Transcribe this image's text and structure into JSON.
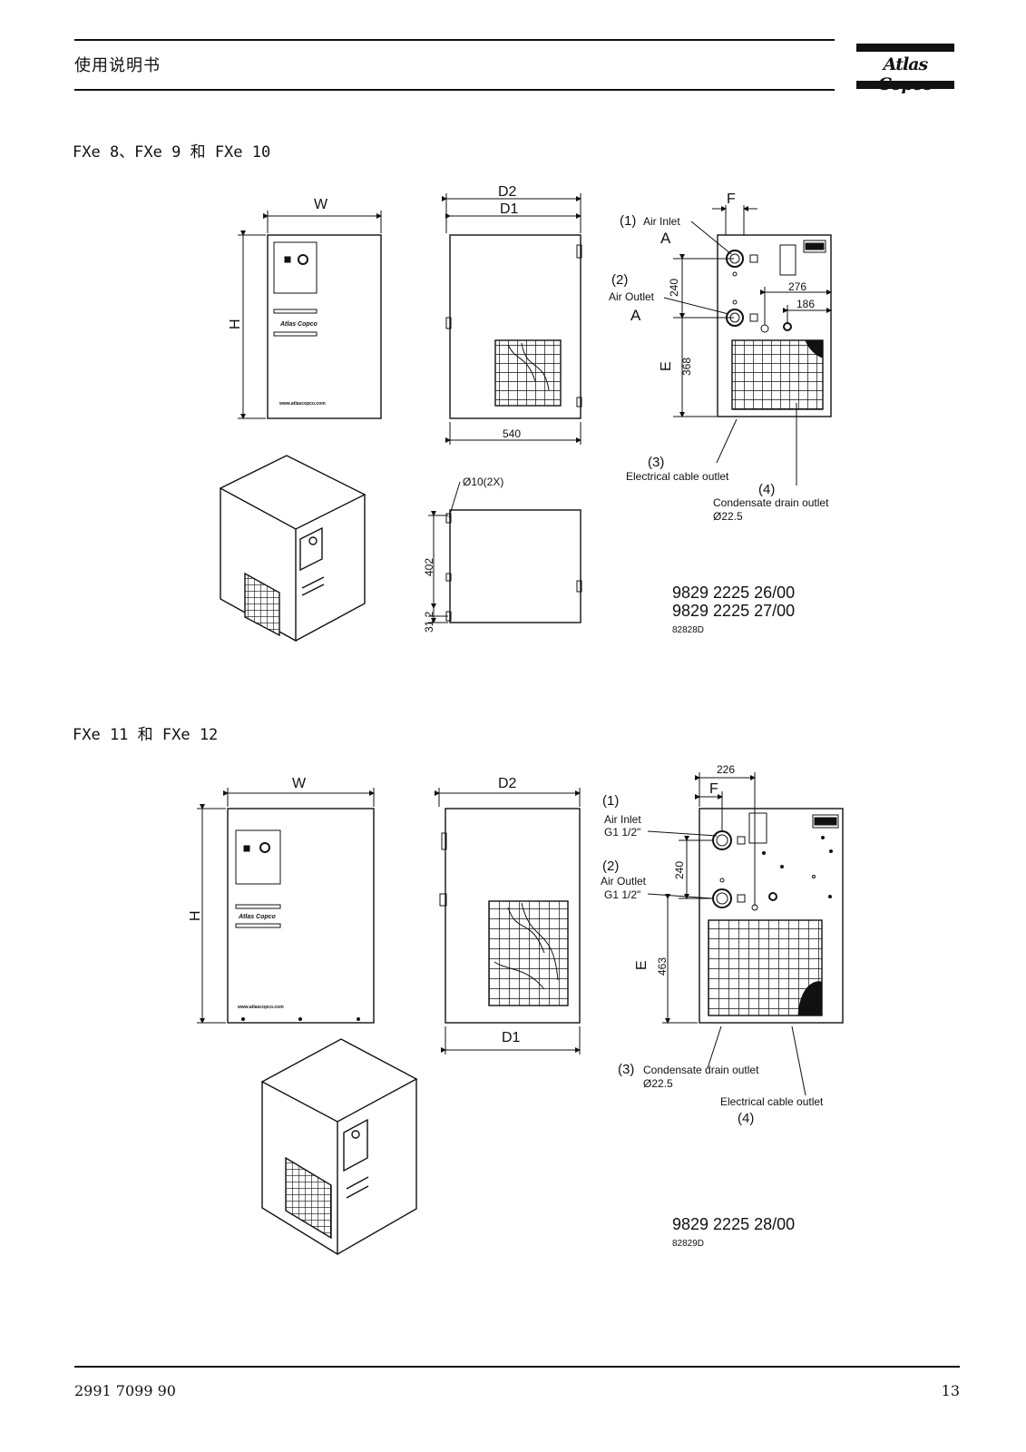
{
  "header": {
    "title": "使用说明书",
    "logo": "Atlas Copco"
  },
  "sections": [
    {
      "heading": "FXe 8、FXe 9 和 FXe 10",
      "front": {
        "w": "W",
        "h": "H",
        "brand": "Atlas Copco",
        "url": "www.atlascopco.com"
      },
      "side": {
        "d2": "D2",
        "d1": "D1",
        "depth": "540"
      },
      "rear": {
        "f": "F",
        "e": "E",
        "inlet_num": "(1)",
        "inlet_label": "Air Inlet",
        "inlet_view": "A",
        "outlet_num": "(2)",
        "outlet_label": "Air Outlet",
        "outlet_view": "A",
        "d240": "240",
        "d276": "276",
        "d186": "186",
        "d368": "368",
        "cable_num": "(3)",
        "cable_label": "Electrical cable outlet",
        "drain_num": "(4)",
        "drain_label": "Condensate drain outlet",
        "drain_dia": "Ø22.5"
      },
      "holes": {
        "label": "Ø10(2X)",
        "d402": "402",
        "d31": "31.2"
      },
      "codes": [
        "9829 2225 26/00",
        "9829 2225 27/00"
      ],
      "drawing_no": "82828D"
    },
    {
      "heading": "FXe 11 和 FXe 12",
      "front": {
        "w": "W",
        "h": "H",
        "brand": "Atlas Copco",
        "url": "www.atlascopco.com"
      },
      "side": {
        "d2": "D2",
        "d1": "D1"
      },
      "rear": {
        "d226": "226",
        "f": "F",
        "e": "E",
        "inlet_num": "(1)",
        "inlet_label": "Air Inlet",
        "inlet_thread": "G1 1/2\"",
        "outlet_num": "(2)",
        "outlet_label": "Air Outlet",
        "outlet_thread": "G1 1/2\"",
        "d240": "240",
        "d463": "463",
        "drain_num": "(3)",
        "drain_label": "Condensate drain outlet",
        "drain_dia": "Ø22.5",
        "cable_label": "Electrical cable outlet",
        "cable_num": "(4)"
      },
      "codes": [
        "9829 2225 28/00"
      ],
      "drawing_no": "82829D"
    }
  ],
  "footer": {
    "doc_number": "2991 7099 90",
    "page": "13"
  }
}
